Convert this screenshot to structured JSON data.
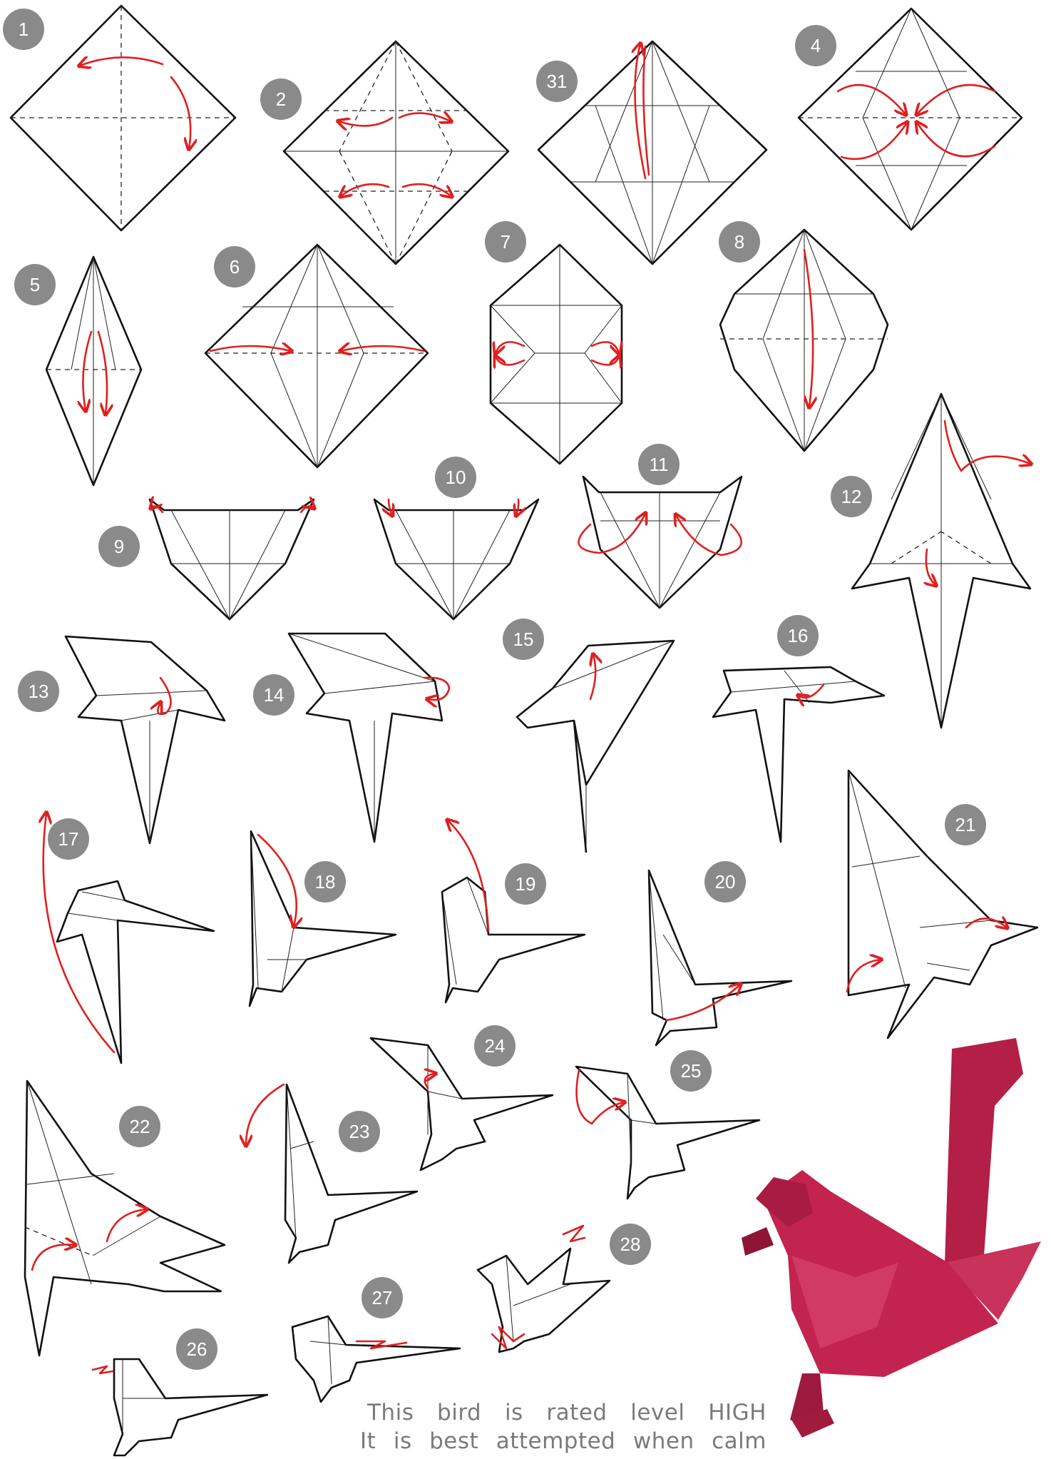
{
  "steps": [
    "1",
    "2",
    "31",
    "4",
    "5",
    "6",
    "7",
    "8",
    "9",
    "10",
    "11",
    "12",
    "13",
    "14",
    "15",
    "16",
    "17",
    "18",
    "19",
    "20",
    "21",
    "22",
    "23",
    "24",
    "25",
    "26",
    "27",
    "28"
  ],
  "caption": {
    "line1": "This bird is rated level HIGH",
    "line2": "It is best attempted when calm"
  },
  "colors": {
    "badge": "#8a8a8a",
    "arrow": "#e01f1f",
    "paper_model": "#c2244f",
    "caption_text": "#7a7a7a"
  },
  "icons": {
    "step_badge": "circle-badge",
    "fold_arrow": "red-curved-arrow",
    "model": "origami-bird-photo"
  }
}
